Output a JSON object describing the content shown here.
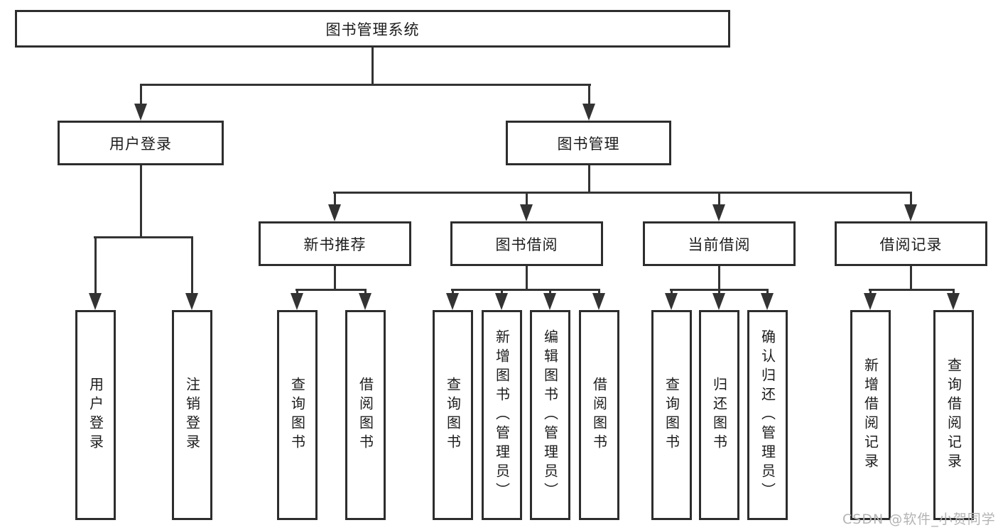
{
  "watermark": "CSDN @软件_小贺同学",
  "colors": {
    "line": "#333333",
    "box_border": "#2d2d2d",
    "text": "#1c1c1c",
    "watermark": "#b3b3b3",
    "background": "#ffffff"
  },
  "tree": {
    "root": {
      "label": "图书管理系统"
    },
    "level2": [
      {
        "id": "user-login",
        "label": "用户登录"
      },
      {
        "id": "book-management",
        "label": "图书管理"
      }
    ],
    "level3": [
      {
        "id": "new-book-recommend",
        "parent": "book-management",
        "label": "新书推荐"
      },
      {
        "id": "book-borrow",
        "parent": "book-management",
        "label": "图书借阅"
      },
      {
        "id": "current-borrow",
        "parent": "book-management",
        "label": "当前借阅"
      },
      {
        "id": "borrow-record",
        "parent": "book-management",
        "label": "借阅记录"
      }
    ],
    "leaves": [
      {
        "parent": "user-login",
        "label": "用户登录"
      },
      {
        "parent": "user-login",
        "label": "注销登录"
      },
      {
        "parent": "new-book-recommend",
        "label": "查询图书"
      },
      {
        "parent": "new-book-recommend",
        "label": "借阅图书"
      },
      {
        "parent": "book-borrow",
        "label": "查询图书"
      },
      {
        "parent": "book-borrow",
        "label": "新增图书（管理员）"
      },
      {
        "parent": "book-borrow",
        "label": "编辑图书（管理员）"
      },
      {
        "parent": "book-borrow",
        "label": "借阅图书"
      },
      {
        "parent": "current-borrow",
        "label": "查询图书"
      },
      {
        "parent": "current-borrow",
        "label": "归还图书"
      },
      {
        "parent": "current-borrow",
        "label": "确认归还（管理员）"
      },
      {
        "parent": "borrow-record",
        "label": "新增借阅记录"
      },
      {
        "parent": "borrow-record",
        "label": "查询借阅记录"
      }
    ]
  }
}
